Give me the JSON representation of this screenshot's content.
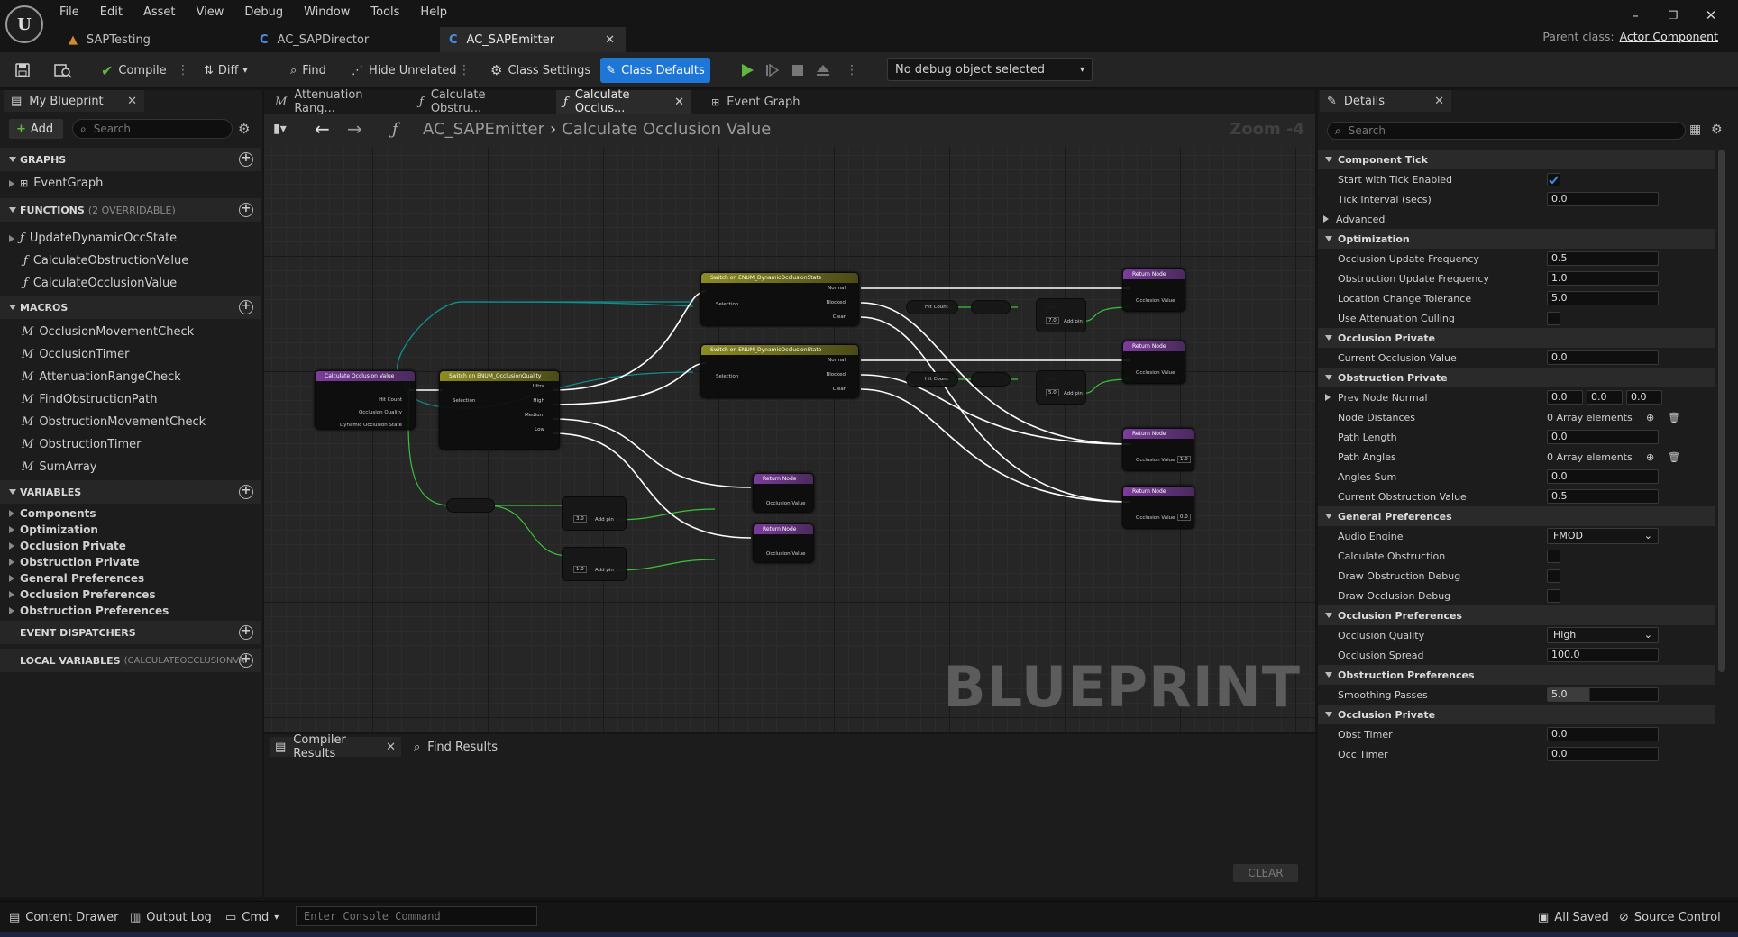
{
  "app": {
    "menu": [
      "File",
      "Edit",
      "Asset",
      "View",
      "Debug",
      "Window",
      "Tools",
      "Help"
    ],
    "doc_tabs": [
      {
        "label": "SAPTesting"
      },
      {
        "label": "AC_SAPDirector"
      },
      {
        "label": "AC_SAPEmitter"
      }
    ],
    "parent_class_label": "Parent class:",
    "parent_class_value": "Actor Component",
    "window_controls": {
      "minimize": "–",
      "restore": "❐",
      "close": "✕"
    }
  },
  "toolbar": {
    "compile": "Compile",
    "diff": "Diff",
    "find": "Find",
    "hide_unrelated": "Hide Unrelated",
    "class_settings": "Class Settings",
    "class_defaults": "Class Defaults",
    "debug_select": "No debug object selected"
  },
  "my_blueprint": {
    "tab": "My Blueprint",
    "add": "Add",
    "search_placeholder": "Search",
    "graphs_header": "GRAPHS",
    "graphs": [
      "EventGraph"
    ],
    "functions_header": "FUNCTIONS",
    "functions_note": "(2 OVERRIDABLE)",
    "functions": [
      "UpdateDynamicOccState",
      "CalculateObstructionValue",
      "CalculateOcclusionValue"
    ],
    "macros_header": "MACROS",
    "macros": [
      "OcclusionMovementCheck",
      "OcclusionTimer",
      "AttenuationRangeCheck",
      "FindObstructionPath",
      "ObstructionMovementCheck",
      "ObstructionTimer",
      "SumArray"
    ],
    "variables_header": "VARIABLES",
    "variables": [
      "Components",
      "Optimization",
      "Occlusion Private",
      "Obstruction Private",
      "General Preferences",
      "Occlusion Preferences",
      "Obstruction Preferences"
    ],
    "event_dispatchers_header": "EVENT DISPATCHERS",
    "local_variables_header": "LOCAL VARIABLES",
    "local_variables_note": "(CALCULATEOCCLUSIONVAI"
  },
  "graph_tabs": [
    {
      "label": "Attenuation Rang..."
    },
    {
      "label": "Calculate Obstru..."
    },
    {
      "label": "Calculate Occlus..."
    },
    {
      "label": "Event Graph"
    }
  ],
  "graph": {
    "breadcrumb_root": "AC_SAPEmitter",
    "breadcrumb_leaf": "Calculate Occlusion Value",
    "zoom": "Zoom -4",
    "watermark": "BLUEPRINT",
    "nodes": {
      "entry_title": "Calculate Occlusion Value",
      "entry_pins": [
        "Hit Count",
        "Occlusion Quality",
        "Dynamic Occlusion State"
      ],
      "switch_quality_title": "Switch on ENUM_OcclusionQuality",
      "switch_quality_in": "Selection",
      "switch_quality_out": [
        "Ultra",
        "High",
        "Medium",
        "Low"
      ],
      "switch_dyn_title": "Switch on ENUM_DynamicOcclusionState",
      "switch_dyn_in": "Selection",
      "switch_dyn_out": [
        "Normal",
        "Blocked",
        "Clear"
      ],
      "return_title": "Return Node",
      "return_pin": "Occlusion Value",
      "hit_count": "Hit Count",
      "add_pin": "Add pin",
      "values": {
        "a": "7.0",
        "b": "5.0",
        "c": "3.0",
        "d": "1.0",
        "e": "1.0",
        "f": "0.0"
      }
    }
  },
  "bottom": {
    "compiler_results": "Compiler Results",
    "find_results": "Find Results",
    "clear": "CLEAR"
  },
  "details": {
    "tab": "Details",
    "search_placeholder": "Search",
    "sections": {
      "component_tick": "Component Tick",
      "optimization": "Optimization",
      "occlusion_private": "Occlusion Private",
      "obstruction_private": "Obstruction Private",
      "general_preferences": "General Preferences",
      "occlusion_preferences": "Occlusion Preferences",
      "obstruction_preferences": "Obstruction Preferences",
      "occlusion_private_2": "Occlusion Private"
    },
    "rows": {
      "start_tick": "Start with Tick Enabled",
      "tick_interval": "Tick Interval (secs)",
      "tick_interval_val": "0.0",
      "advanced": "Advanced",
      "occ_update_freq": "Occlusion Update Frequency",
      "occ_update_freq_val": "0.5",
      "obs_update_freq": "Obstruction Update Frequency",
      "obs_update_freq_val": "1.0",
      "loc_change_tol": "Location Change Tolerance",
      "loc_change_tol_val": "5.0",
      "use_atten_culling": "Use Attenuation Culling",
      "current_occ_val": "Current Occlusion Value",
      "current_occ_val_v": "0.0",
      "prev_node_normal": "Prev Node Normal",
      "prev_x": "0.0",
      "prev_y": "0.0",
      "prev_z": "0.0",
      "node_distances": "Node Distances",
      "array_elements": "0 Array elements",
      "path_length": "Path Length",
      "path_length_val": "0.0",
      "path_angles": "Path Angles",
      "angles_sum": "Angles Sum",
      "angles_sum_val": "0.0",
      "current_obs_val": "Current Obstruction Value",
      "current_obs_val_v": "0.5",
      "audio_engine": "Audio Engine",
      "audio_engine_val": "FMOD",
      "calc_obstruction": "Calculate Obstruction",
      "draw_obs_debug": "Draw Obstruction Debug",
      "draw_occ_debug": "Draw Occlusion Debug",
      "occ_quality": "Occlusion Quality",
      "occ_quality_val": "High",
      "occ_spread": "Occlusion Spread",
      "occ_spread_val": "100.0",
      "smoothing_passes": "Smoothing Passes",
      "smoothing_passes_val": "5.0",
      "obst_timer": "Obst Timer",
      "obst_timer_val": "0.0",
      "occ_timer": "Occ Timer",
      "occ_timer_val": "0.0"
    }
  },
  "statusbar": {
    "content_drawer": "Content Drawer",
    "output_log": "Output Log",
    "cmd": "Cmd",
    "console_placeholder": "Enter Console Command",
    "all_saved": "All Saved",
    "source_control": "Source Control"
  },
  "colors": {
    "accent": "#1e76d6",
    "exec_wire": "#ffffff",
    "float_wire": "#39c339",
    "enum_wire": "#0f8f8f",
    "play": "#5fb83b"
  }
}
